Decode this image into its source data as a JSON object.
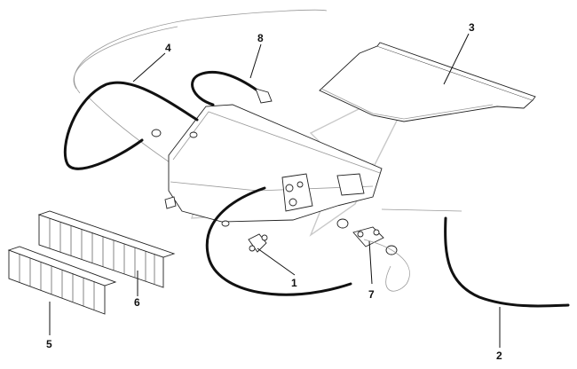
{
  "diagram": {
    "callouts": [
      {
        "id": "1",
        "label": "1"
      },
      {
        "id": "2",
        "label": "2"
      },
      {
        "id": "3",
        "label": "3"
      },
      {
        "id": "4",
        "label": "4"
      },
      {
        "id": "5",
        "label": "5"
      },
      {
        "id": "6",
        "label": "6"
      },
      {
        "id": "7",
        "label": "7"
      },
      {
        "id": "8",
        "label": "8"
      }
    ],
    "colors": {
      "line": "#111111",
      "thin_line": "#999999",
      "watermark": "#c9c9c9",
      "background": "#ffffff"
    },
    "icons": {
      "watermark": "manufacturer-logo-watermark"
    }
  }
}
